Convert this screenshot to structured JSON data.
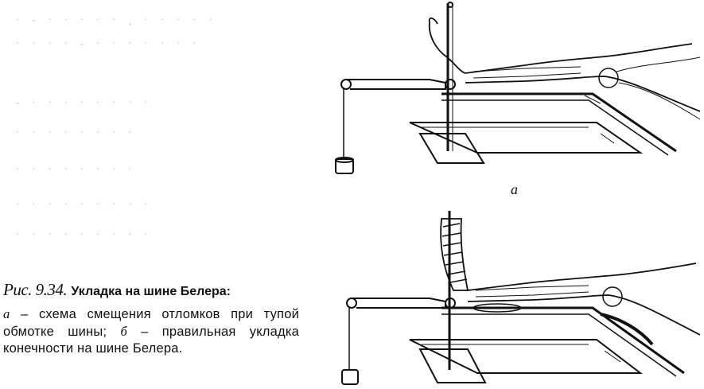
{
  "figure": {
    "number_text": "Рис. 9.34.",
    "title": "Укладка на шине Белера:",
    "marker_a": "а",
    "marker_b": "б",
    "desc_a": " – схема смещения отломков при тупой обмотке шины; ",
    "desc_b": " – правильная укладка конечности на шине Белера.",
    "panel_a_label": "а"
  },
  "bleed_lines": [
    "· - ·   ·   ·  · ·  ¸ ·  ·   ·  · ·",
    "· ·  ·  · - ·  ·  · · ·  ·   ·",
    "- ·   · ·   ·  ·   · · ·",
    "·  ·  ·  ·   ·  ·  ·  ·",
    "·  ·  · ·  ·  · ·  ·",
    "· ·  ·  ·  ·  ·  ·  · ·",
    "·  ·  ·   · ·  ·  ·  ·  ·"
  ]
}
